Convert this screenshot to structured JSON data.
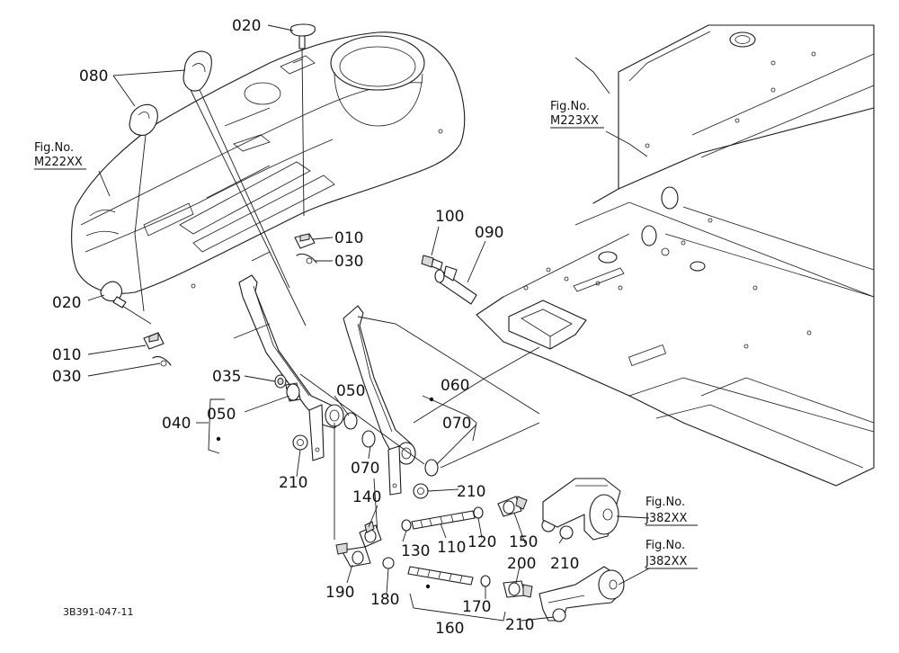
{
  "callouts": {
    "c020_top": "020",
    "c080": "080",
    "c020_left": "020",
    "c010_mid": "010",
    "c030_mid": "030",
    "c010_left": "010",
    "c030_left": "030",
    "c035": "035",
    "c050_a": "050",
    "c050_b": "050",
    "c040": "040",
    "c060": "060",
    "c070_a": "070",
    "c070_b": "070",
    "c210_a": "210",
    "c210_b": "210",
    "c210_c": "210",
    "c210_d": "210",
    "c100": "100",
    "c090": "090",
    "c140": "140",
    "c130": "130",
    "c110": "110",
    "c120": "120",
    "c150": "150",
    "c190": "190",
    "c180": "180",
    "c170": "170",
    "c200": "200",
    "c160": "160"
  },
  "figure_refs": {
    "ref_m222": {
      "label": "Fig.No.",
      "code": "M222XX"
    },
    "ref_m223": {
      "label": "Fig.No.",
      "code": "M223XX"
    },
    "ref_j382_a": {
      "label": "Fig.No.",
      "code": "J382XX"
    },
    "ref_j382_b": {
      "label": "Fig.No.",
      "code": "J382XX"
    }
  },
  "drawing_code": "3B391-047-11"
}
